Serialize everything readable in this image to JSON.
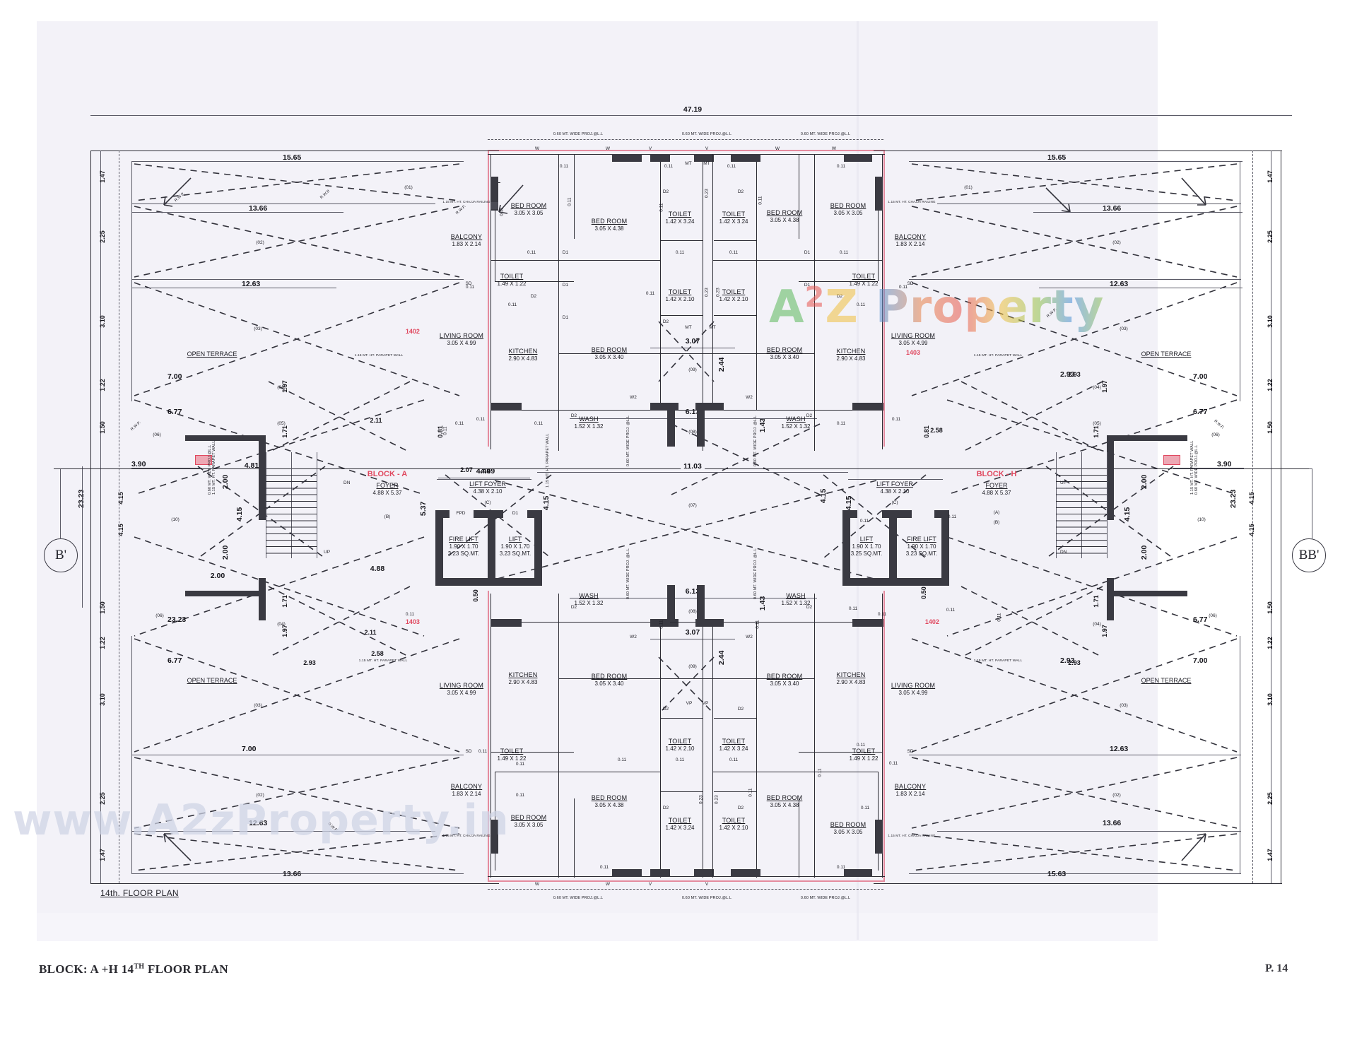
{
  "document": {
    "caption_prefix": "BLOCK: A +H 14",
    "caption_sup": "TH",
    "caption_suffix": " FLOOR PLAN",
    "page_number": "P. 14",
    "plan_title": "14th. FLOOR PLAN"
  },
  "watermarks": {
    "logo_a": "A",
    "logo_2": "2",
    "logo_z": "Z",
    "logo_word": "Property",
    "url": "www.A2zProperty.in",
    "colors": {
      "a": "#5bb85b",
      "two": "#e8554e",
      "z": "#f0c040",
      "p": "#4a90d9",
      "r": "#e8834a",
      "o": "#e8554e",
      "p2": "#f0c040",
      "e": "#8fc04a",
      "r2": "#4a90d9",
      "t": "#f0c040",
      "y": "#8fc04a",
      "url": "#cfd4e6"
    }
  },
  "grid_markers": {
    "left": "B'",
    "right": "BB'"
  },
  "overall": {
    "width": "47.19",
    "height_left": "23.23"
  },
  "projection_notes": [
    "0.60 MT. WIDE PROJ.@L.L",
    "0.60 MT. WIDE PROJ.@L.L",
    "0.60 MT. WIDE PROJ.@L.L"
  ],
  "projection_notes_bottom": [
    "0.60 MT. WIDE PROJ.@L.L",
    "0.60 MT. WIDE PROJ.@L.L",
    "0.60 MT. WIDE PROJ.@L.L"
  ],
  "vertical_proj_note": "0.60 MT. WIDE PROJ. @L.L",
  "parapet_note": "1.15 MT. HT. PARAPET WALL",
  "parapet_note_short": "1.15 MT. HT.\nPERA. WALL",
  "blocks": {
    "left": {
      "name": "BLOCK - A",
      "foyer_label": "FOYER",
      "foyer_size": "4.88 X 5.37"
    },
    "right": {
      "name": "BLOCK - H",
      "foyer_label": "FOYER",
      "foyer_size": "4.88 X 5.37"
    }
  },
  "units": {
    "top_left": "1402",
    "top_right": "1403",
    "bottom_left": "1403",
    "bottom_right": "1402"
  },
  "dimensions": {
    "left_chain": [
      "1.47",
      "2.25",
      "3.10",
      "1.22",
      "1.50",
      "4.15",
      "4.15",
      "1.50",
      "1.22",
      "3.10",
      "2.25",
      "1.47"
    ],
    "left_inner": [
      "15.65",
      "13.66",
      "12.63",
      "7.00",
      "6.77",
      "3.90",
      "23.23",
      "6.77",
      "7.00",
      "12.63",
      "13.66",
      "15.63"
    ],
    "right_inner": [
      "15.65",
      "13.66",
      "12.63",
      "2.93",
      "7.00",
      "6.77",
      "3.90",
      "6.77",
      "7.00",
      "2.93",
      "12.63",
      "13.66",
      "15.63"
    ],
    "center": [
      "4.49",
      "5.37",
      "11.03",
      "6.13",
      "3.07",
      "2.44",
      "1.43",
      "4.88",
      "2.00",
      "4.81",
      "2.11",
      "2.58",
      "1.97",
      "1.71",
      "2.07",
      "2.93",
      "2.00",
      "0.50",
      "0.81"
    ],
    "wall_thickness": "0.11",
    "wall_thickness_alt": "0.23"
  },
  "rooms_top_left": [
    {
      "name": "BALCONY",
      "size": "1.83 X 2.14"
    },
    {
      "name": "BED ROOM",
      "size": "3.05 X 3.05"
    },
    {
      "name": "TOILET",
      "size": "1.49 X 1.22"
    },
    {
      "name": "LIVING ROOM",
      "size": "3.05 X 4.99"
    },
    {
      "name": "KITCHEN",
      "size": "2.90 X 4.83"
    },
    {
      "name": "BED ROOM",
      "size": "3.05 X 4.38"
    },
    {
      "name": "TOILET",
      "size": "1.42 X 3.24"
    },
    {
      "name": "TOILET",
      "size": "1.42 X 2.10"
    },
    {
      "name": "BED ROOM",
      "size": "3.05 X 3.40"
    },
    {
      "name": "WASH",
      "size": "1.52 X 1.32"
    }
  ],
  "rooms_top_right": [
    {
      "name": "TOILET",
      "size": "1.42 X 3.24"
    },
    {
      "name": "TOILET",
      "size": "1.42 X 2.10"
    },
    {
      "name": "BED ROOM",
      "size": "3.05 X 4.38"
    },
    {
      "name": "BED ROOM",
      "size": "3.05 X 3.40"
    },
    {
      "name": "WASH",
      "size": "1.52 X 1.32"
    },
    {
      "name": "BED ROOM",
      "size": "3.05 X 3.05"
    },
    {
      "name": "BALCONY",
      "size": "1.83 X 2.14"
    },
    {
      "name": "TOILET",
      "size": "1.49 X 1.22"
    },
    {
      "name": "LIVING ROOM",
      "size": "3.05 X 4.99"
    },
    {
      "name": "KITCHEN",
      "size": "2.90 X 4.83"
    }
  ],
  "rooms_bottom_left": [
    {
      "name": "LIVING ROOM",
      "size": "3.05 X 4.99"
    },
    {
      "name": "KITCHEN",
      "size": "2.90 X 4.83"
    },
    {
      "name": "BED ROOM",
      "size": "3.05 X 3.40"
    },
    {
      "name": "WASH",
      "size": "1.52 X 1.32"
    },
    {
      "name": "TOILET",
      "size": "1.49 X 1.22"
    },
    {
      "name": "BALCONY",
      "size": "1.83 X 2.14"
    },
    {
      "name": "BED ROOM",
      "size": "3.05 X 3.05"
    },
    {
      "name": "BED ROOM",
      "size": "3.05 X 4.38"
    },
    {
      "name": "TOILET",
      "size": "1.42 X 2.10"
    },
    {
      "name": "TOILET",
      "size": "1.42 X 3.24"
    }
  ],
  "rooms_bottom_right": [
    {
      "name": "BED ROOM",
      "size": "3.05 X 3.40"
    },
    {
      "name": "WASH",
      "size": "1.52 X 1.32"
    },
    {
      "name": "KITCHEN",
      "size": "2.90 X 4.83"
    },
    {
      "name": "LIVING ROOM",
      "size": "3.05 X 4.99"
    },
    {
      "name": "TOILET",
      "size": "1.49 X 1.22"
    },
    {
      "name": "BALCONY",
      "size": "1.83 X 2.14"
    },
    {
      "name": "BED ROOM",
      "size": "3.05 X 3.05"
    },
    {
      "name": "BED ROOM",
      "size": "3.05 X 4.38"
    },
    {
      "name": "TOILET",
      "size": "1.42 X 3.24"
    },
    {
      "name": "TOILET",
      "size": "1.42 X 2.10"
    }
  ],
  "core": {
    "lift_foyer_label": "LIFT FOYER",
    "lift_foyer_size": "4.38 X 2.10",
    "fire_lift_label": "FIRE LIFT",
    "fire_lift_size": "1.90 X 1.70",
    "fire_lift_area": "3.23 SQ.MT.",
    "lift_label": "LIFT",
    "lift_size": "1.90 X 1.70",
    "lift_area": "3.23 SQ.MT.",
    "lift_right_size": "1.90 X 1.70",
    "lift_right_area": "3.25 SQ.MT.",
    "fpd": "FPD",
    "up": "UP",
    "dn": "DN"
  },
  "terrace_label": "OPEN TERRACE",
  "annotations": {
    "rwp": "R.W.P.",
    "sd": "SD",
    "d1": "D1",
    "d2": "D2",
    "w": "W",
    "w2": "W2",
    "v": "V",
    "mt": "MT",
    "vp": "VP",
    "railing": "1.15 MT. HT. CHAJJA RAILING"
  },
  "ref_tags": [
    "(01)",
    "(02)",
    "(03)",
    "(04)",
    "(05)",
    "(06)",
    "(07)",
    "(08)",
    "(09)",
    "(10)",
    "(A)",
    "(B)",
    "(C)"
  ]
}
